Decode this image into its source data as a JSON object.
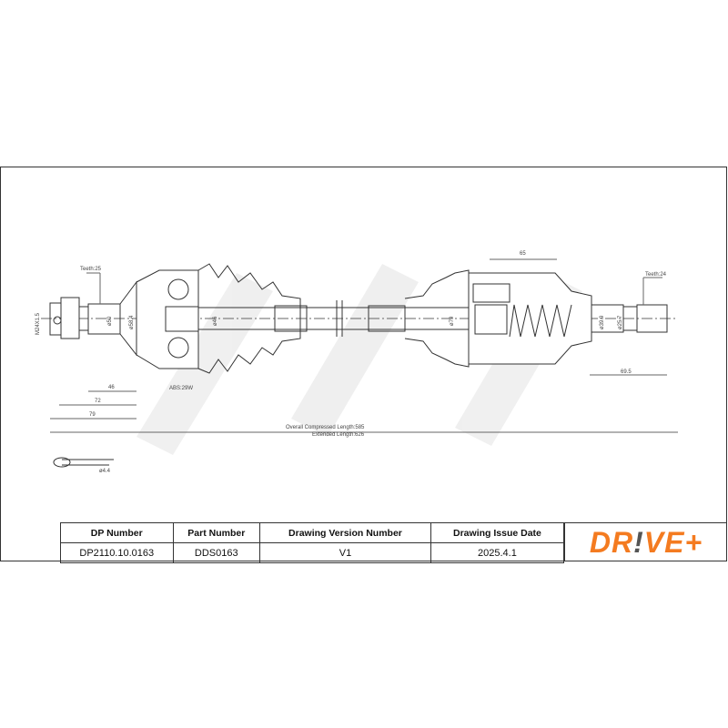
{
  "drawing": {
    "thread": "M24X1.5",
    "teeth_left": "Teeth:25",
    "dia_50": "ø50",
    "dia_58_4": "ø58.4",
    "dia_46": "ø46",
    "abs": "ABS:29W",
    "dim_46": "46",
    "dim_72": "72",
    "dim_79": "79",
    "compressed_length": "Overall  Compressed  Length:585",
    "extended_length": "Extended  Length:626",
    "dia_79": "ø79",
    "dim_65": "65",
    "dia_39_9": "ø39.9",
    "dia_25_7": "ø25.7",
    "teeth_right": "Teeth:24",
    "dim_69_5": "69.5",
    "pin_dia": "ø4.4"
  },
  "table": {
    "headers": [
      "DP Number",
      "Part Number",
      "Drawing Version Number",
      "Drawing Issue Date"
    ],
    "values": [
      "DP2110.10.0163",
      "DDS0163",
      "V1",
      "2025.4.1"
    ]
  },
  "logo": {
    "text_a": "DR",
    "text_b": "!",
    "text_c": "VE+",
    "color": "#f47b20"
  }
}
